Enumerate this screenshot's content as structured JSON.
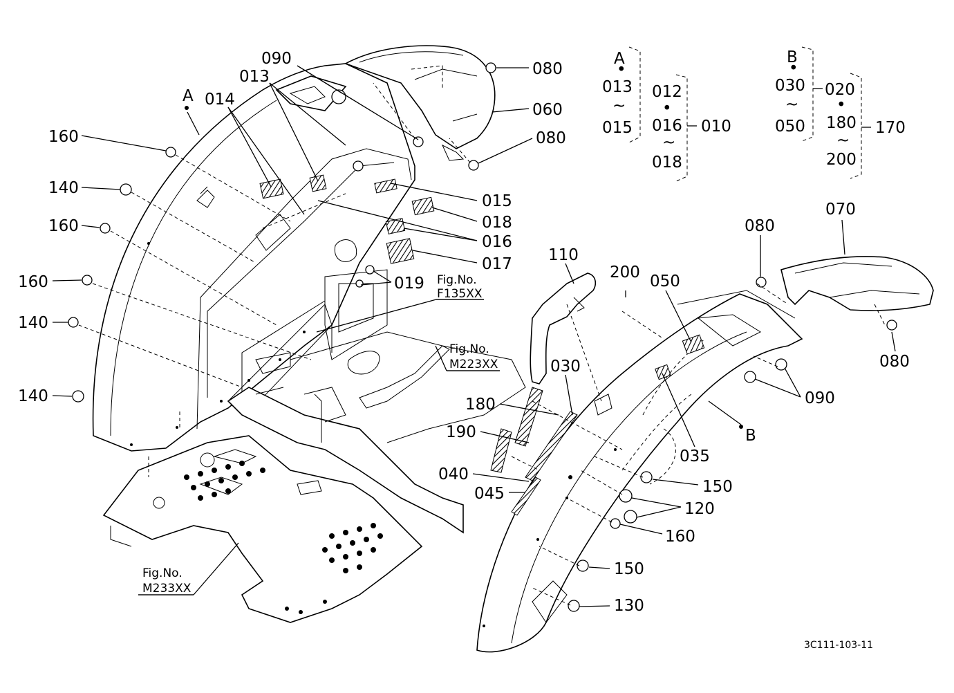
{
  "labels": {
    "A": "A",
    "B": "B",
    "p010": "010",
    "p012": "012",
    "p013": "013",
    "p014": "014",
    "p015": "015",
    "p016": "016",
    "p017": "017",
    "p018": "018",
    "p019": "019",
    "p020": "020",
    "p030": "030",
    "p035": "035",
    "p040": "040",
    "p045": "045",
    "p050": "050",
    "p060": "060",
    "p070": "070",
    "p080": "080",
    "p090": "090",
    "p110": "110",
    "p120": "120",
    "p130": "130",
    "p140": "140",
    "p150": "150",
    "p160": "160",
    "p170": "170",
    "p180": "180",
    "p190": "190",
    "p200": "200"
  },
  "legend": {
    "dot": "•",
    "tilde": "~"
  },
  "fig_refs": {
    "fig_no": "Fig.No.",
    "f135": "F135XX",
    "m223": "M223XX",
    "m233": "M233XX"
  },
  "doc_code": "3C111-103-11"
}
